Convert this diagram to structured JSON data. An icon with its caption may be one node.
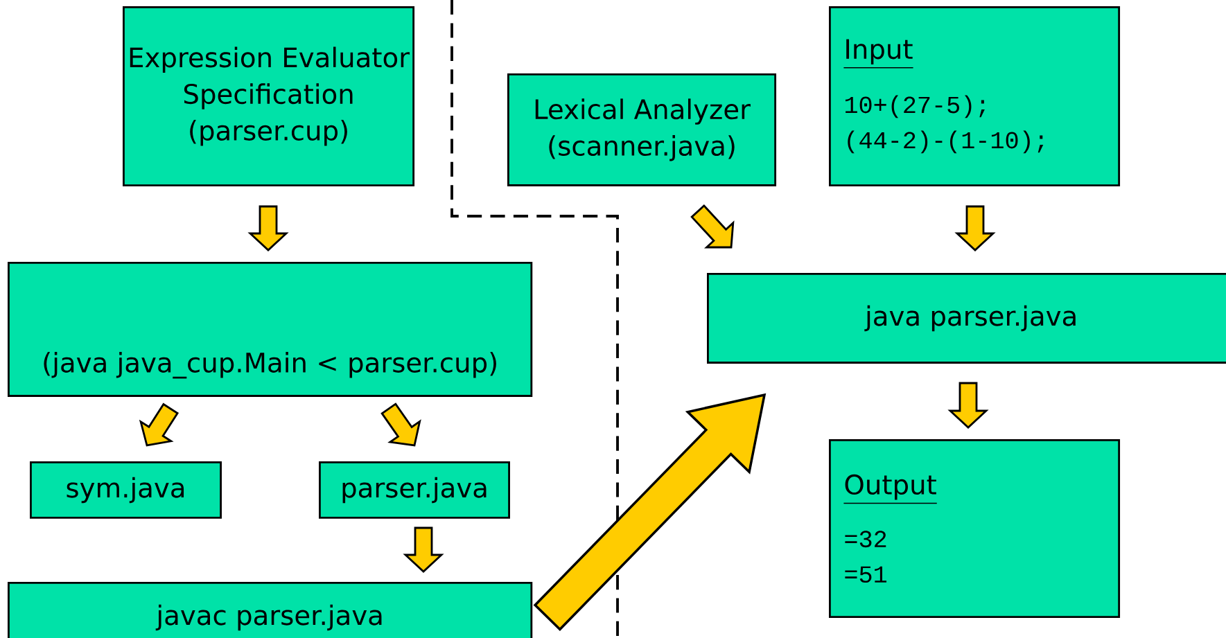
{
  "diagram": {
    "nodes": [
      {
        "text": [
          "Expression Evaluator Specification (parser.cup)"
        ]
      },
      {
        "text": [
          "Lexical Analyzer (scanner.java)"
        ]
      },
      {
        "text": [
          "Input",
          "10+(27-5); (44-2)-(1-10);"
        ]
      },
      {
        "text": [
          "(java java_cup.Main < parser.cup)"
        ]
      },
      {
        "text": [
          "java parser.java"
        ]
      },
      {
        "text": [
          "sym.java"
        ]
      },
      {
        "text": [
          "parser.java"
        ]
      },
      {
        "text": [
          "Output",
          "=32 =51"
        ]
      },
      {
        "text": [
          "javac parser.java"
        ]
      }
    ],
    "edges": [
      {
        "from": 0,
        "to": 3,
        "arrow": "to"
      },
      {
        "from": 3,
        "to": 5,
        "arrow": "to"
      },
      {
        "from": 3,
        "to": 6,
        "arrow": "to"
      },
      {
        "from": 6,
        "to": 8,
        "arrow": "to"
      },
      {
        "from": 8,
        "to": 4,
        "arrow": "to",
        "style": "thick"
      },
      {
        "from": 1,
        "to": 4,
        "arrow": "to"
      },
      {
        "from": 2,
        "to": 4,
        "arrow": "to"
      },
      {
        "from": 4,
        "to": 7,
        "arrow": "to"
      }
    ]
  }
}
